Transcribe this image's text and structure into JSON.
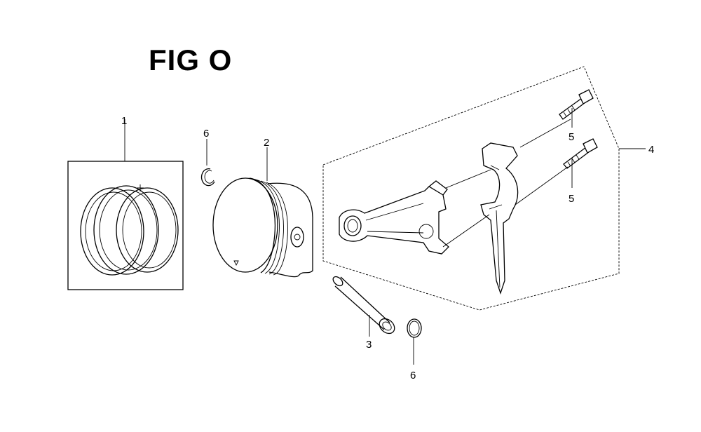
{
  "figure": {
    "title": "FIG O"
  },
  "callouts": {
    "c1": "1",
    "c2": "2",
    "c3": "3",
    "c4": "4",
    "c5a": "5",
    "c5b": "5",
    "c6a": "6",
    "c6b": "6"
  }
}
